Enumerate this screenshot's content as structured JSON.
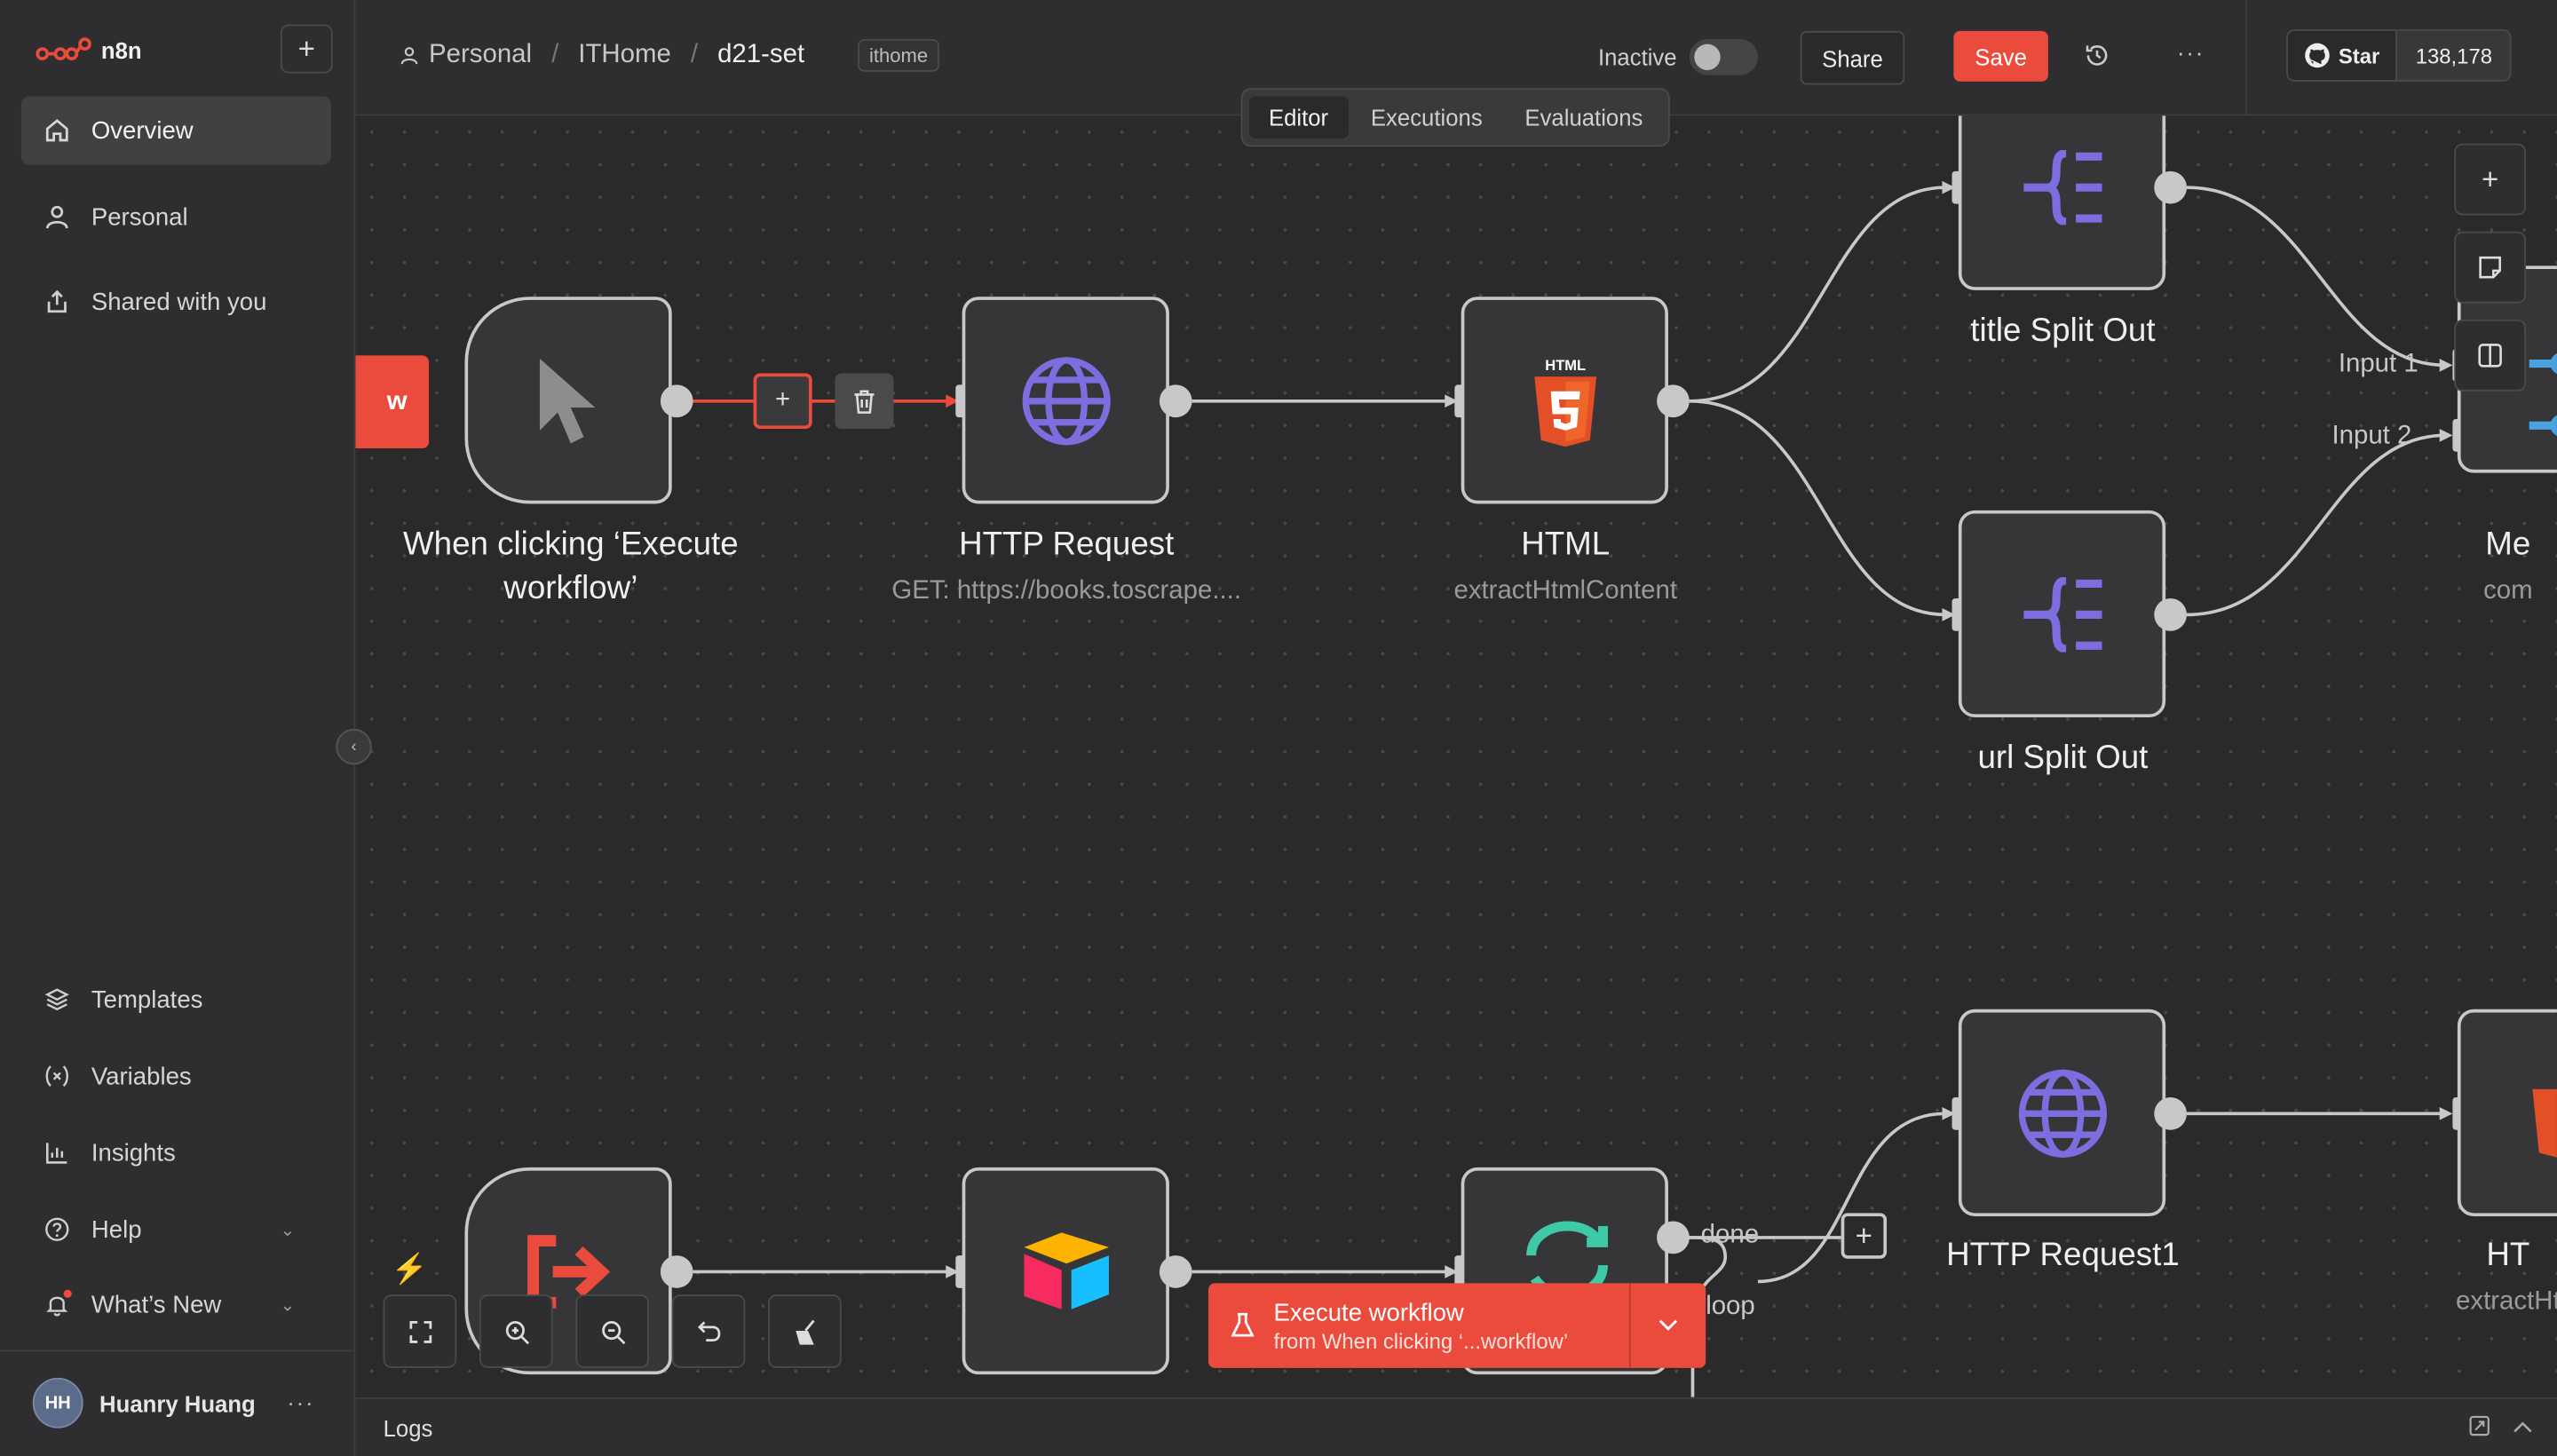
{
  "app": {
    "name": "n8n"
  },
  "sidebar": {
    "items_top": [
      {
        "label": "Overview",
        "icon": "home-icon"
      },
      {
        "label": "Personal",
        "icon": "user-icon"
      },
      {
        "label": "Shared with you",
        "icon": "share-icon"
      }
    ],
    "items_bottom": [
      {
        "label": "Templates",
        "icon": "templates-icon"
      },
      {
        "label": "Variables",
        "icon": "variables-icon"
      },
      {
        "label": "Insights",
        "icon": "insights-icon"
      },
      {
        "label": "Help",
        "icon": "help-icon"
      },
      {
        "label": "What’s New",
        "icon": "bell-icon"
      }
    ],
    "user": {
      "initials": "HH",
      "name": "Huanry Huang"
    }
  },
  "header": {
    "breadcrumb": [
      "Personal",
      "ITHome",
      "d21-set"
    ],
    "tag": "ithome",
    "status_label": "Inactive",
    "share_label": "Share",
    "save_label": "Save",
    "github": {
      "star_label": "Star",
      "count": "138,178"
    }
  },
  "tabs": [
    "Editor",
    "Executions",
    "Evaluations"
  ],
  "canvas": {
    "partial_left_label": "w",
    "nodes": {
      "trigger": {
        "title": "When clicking ‘Execute workflow’"
      },
      "http": {
        "title": "HTTP Request",
        "subtitle": "GET: https://books.toscrape...."
      },
      "html": {
        "title": "HTML",
        "subtitle": "extractHtmlContent",
        "badge": "HTML"
      },
      "title_split": {
        "title": "title Split Out"
      },
      "url_split": {
        "title": "url Split Out"
      },
      "merge": {
        "title": "Me",
        "subtitle": "com",
        "input1": "Input 1",
        "input2": "Input 2"
      },
      "http1": {
        "title": "HTTP Request1"
      },
      "html_partial": {
        "title": "HT",
        "subtitle": "extractHt"
      },
      "loop": {
        "done_label": "done",
        "loop_label": "loop"
      }
    },
    "execute": {
      "title": "Execute workflow",
      "subtitle": "from When clicking ‘...workflow’"
    }
  },
  "logs": {
    "title": "Logs"
  },
  "colors": {
    "accent": "#ea4b3c",
    "node_border": "#c8c8c8",
    "purple": "#7d6ee0"
  }
}
